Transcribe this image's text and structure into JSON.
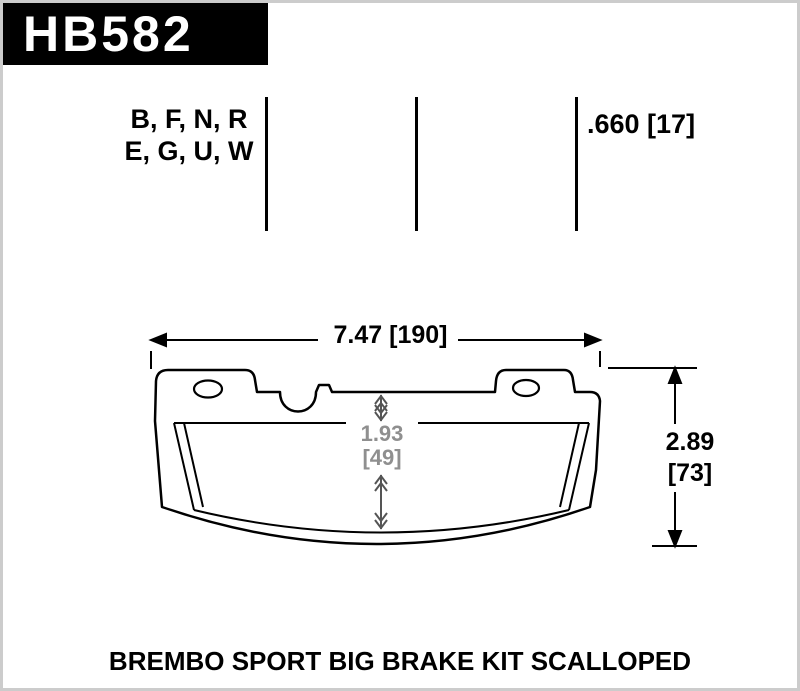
{
  "header": {
    "part_number": "HB582",
    "compounds_line1": "B, F, N, R",
    "compounds_line2": "E, G, U, W",
    "thickness": ".660 [17]"
  },
  "dimensions": {
    "width": "7.47 [190]",
    "height_in": "2.89",
    "height_mm": "[73]",
    "pad_height_in": "1.93",
    "pad_height_mm": "[49]"
  },
  "caption": "BREMBO SPORT BIG BRAKE KIT SCALLOPED",
  "colors": {
    "line": "#000000",
    "secondary_dimension": "#8f8f8f",
    "border": "#cccccc",
    "part_box_bg": "#000000",
    "part_box_text": "#ffffff"
  }
}
